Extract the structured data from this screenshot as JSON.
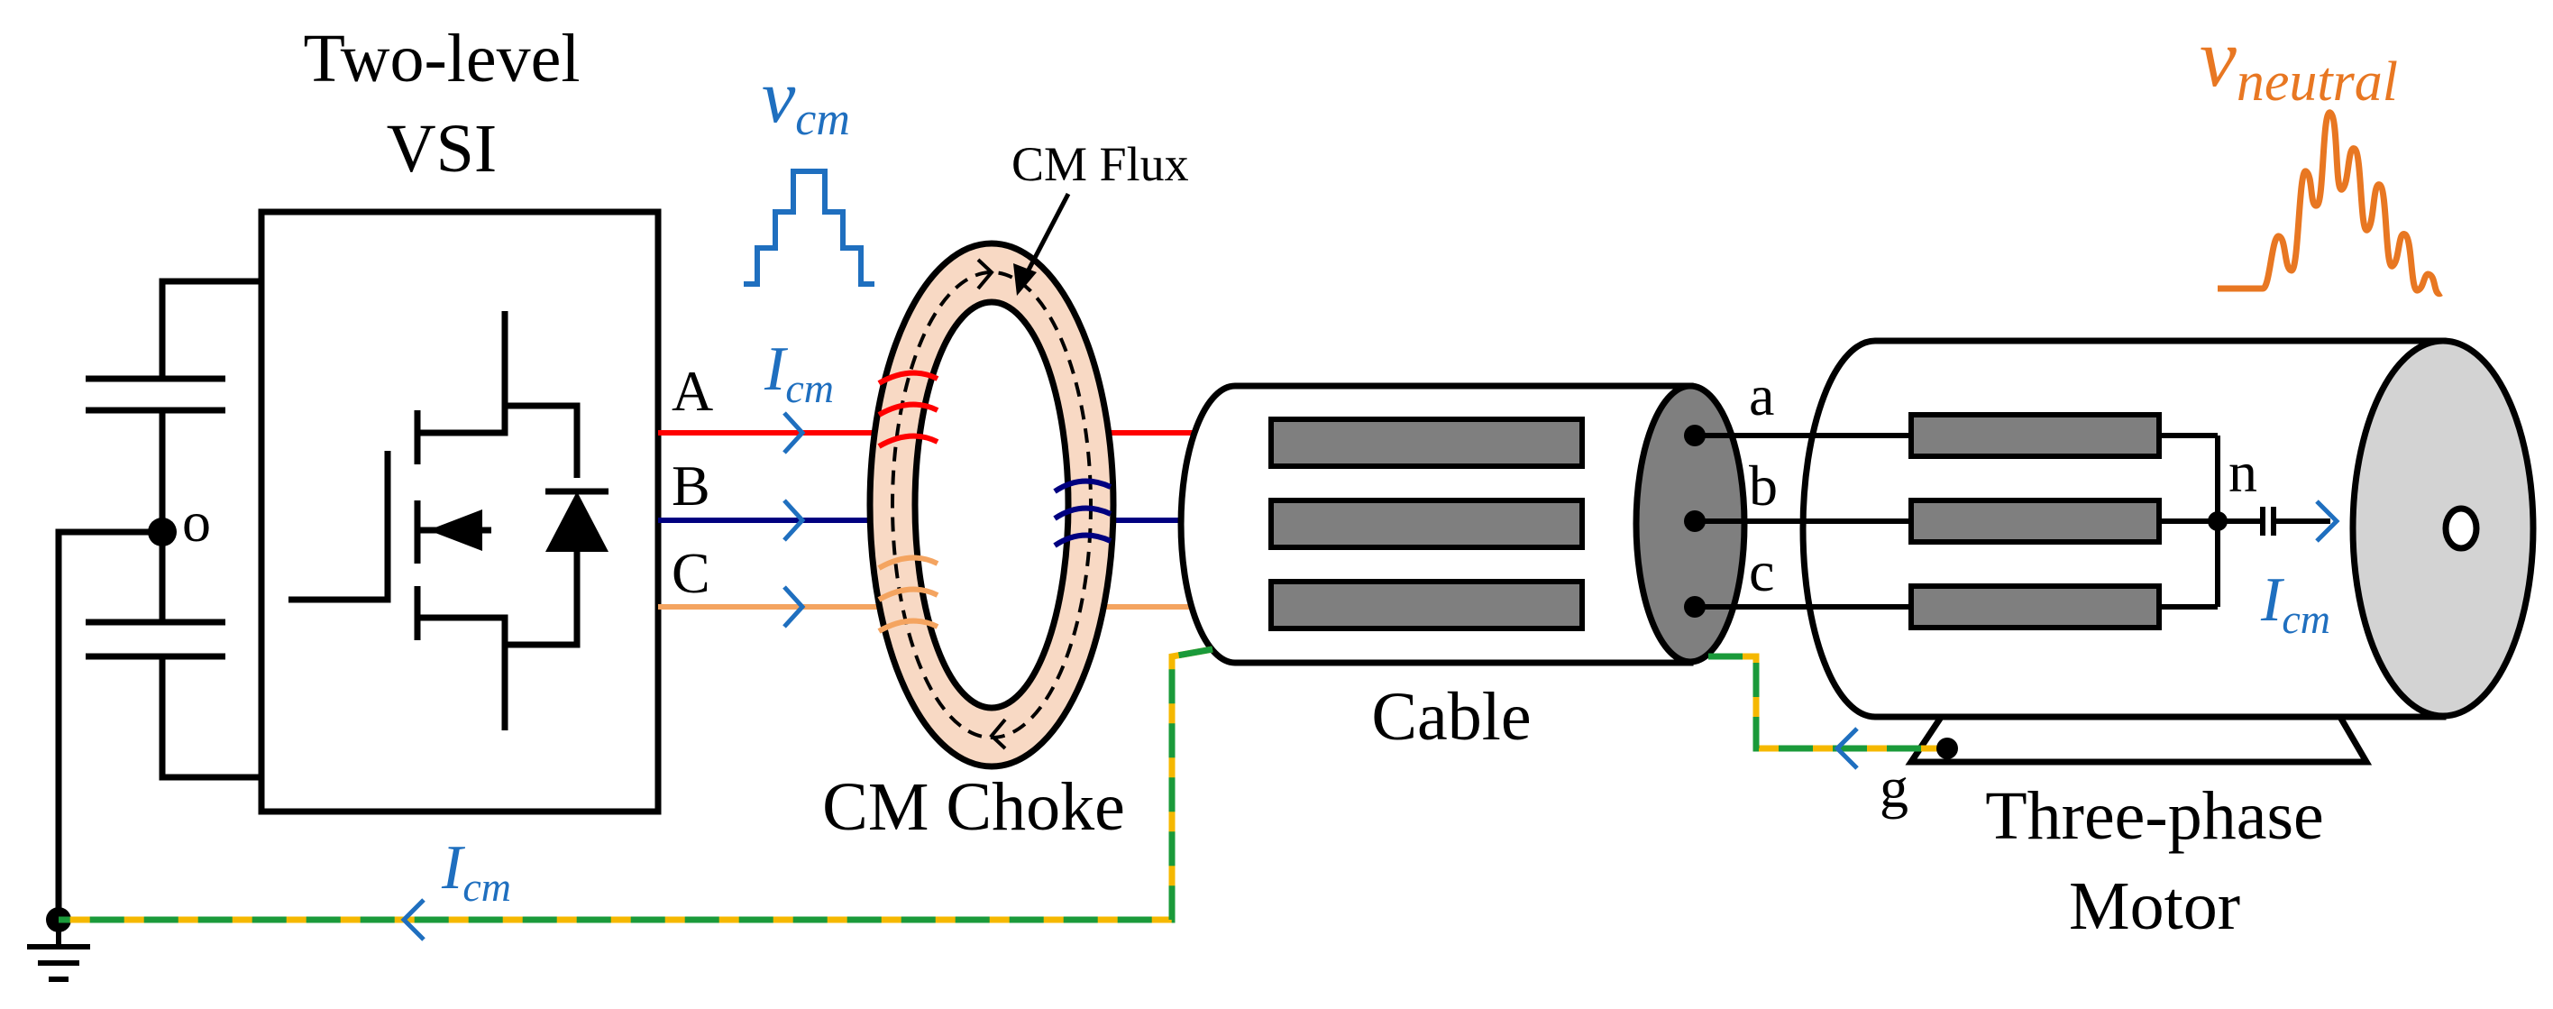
{
  "inverter": {
    "title_line1": "Two-level",
    "title_line2": "VSI",
    "node_label": "o"
  },
  "phases": {
    "a_label": "A",
    "b_label": "B",
    "c_label": "C",
    "colors": {
      "A": "#ff0000",
      "B": "#000080",
      "C": "#f4a460"
    }
  },
  "vcm": {
    "symbol": "v",
    "subscript": "cm",
    "color": "#1f6fbf"
  },
  "icm": {
    "symbol": "I",
    "subscript": "cm",
    "color": "#1f6fbf"
  },
  "choke": {
    "label": "CM Choke",
    "flux_label": "CM Flux",
    "core_color": "#f8d9c4"
  },
  "cable": {
    "label": "Cable"
  },
  "motor": {
    "label_line1": "Three-phase",
    "label_line2": "Motor",
    "terminal_a": "a",
    "terminal_b": "b",
    "terminal_c": "c",
    "neutral_label": "n",
    "ground_label": "g"
  },
  "vneutral": {
    "symbol": "v",
    "subscript": "neutral",
    "color": "#e87722"
  },
  "ground_path_colors": {
    "dash1": "#f5b800",
    "dash2": "#1a9a3a"
  }
}
